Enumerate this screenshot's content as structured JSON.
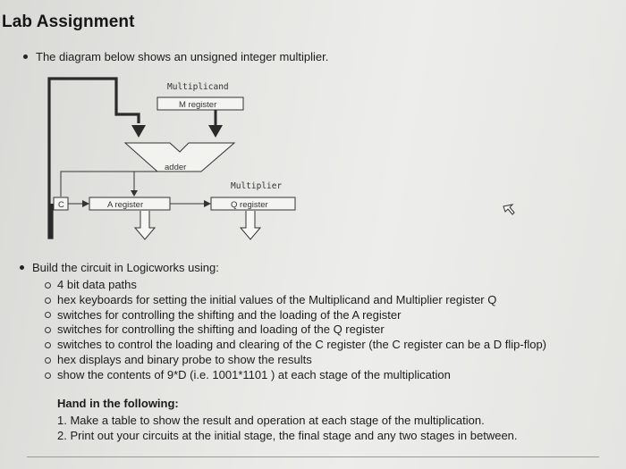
{
  "title": "Lab Assignment",
  "intro": "The diagram below shows an unsigned integer multiplier.",
  "diagram": {
    "multiplicand_label": "Multiplicand",
    "m_register": "M register",
    "adder": "adder",
    "multiplier_label": "Multiplier",
    "c_register": "C",
    "a_register": "A register",
    "q_register": "Q register"
  },
  "build": {
    "heading": "Build the circuit in Logicworks using:",
    "items": [
      "4 bit data paths",
      "hex keyboards for setting the initial values of the Multiplicand and Multiplier register Q",
      "switches for controlling the shifting and the loading of the A register",
      "switches for controlling the shifting and loading of the Q register",
      "switches to control the loading and clearing of the C register (the C register can be a D flip-flop)",
      "hex displays and binary probe to show the results",
      "show the contents of 9*D (i.e. 1001*1101 ) at each stage of the multiplication"
    ]
  },
  "hand_in": {
    "heading": "Hand in the following:",
    "items": [
      "1. Make a table to show the result and operation at each stage of the multiplication.",
      "2. Print out your circuits at the initial stage, the final stage and any two stages in between."
    ]
  }
}
